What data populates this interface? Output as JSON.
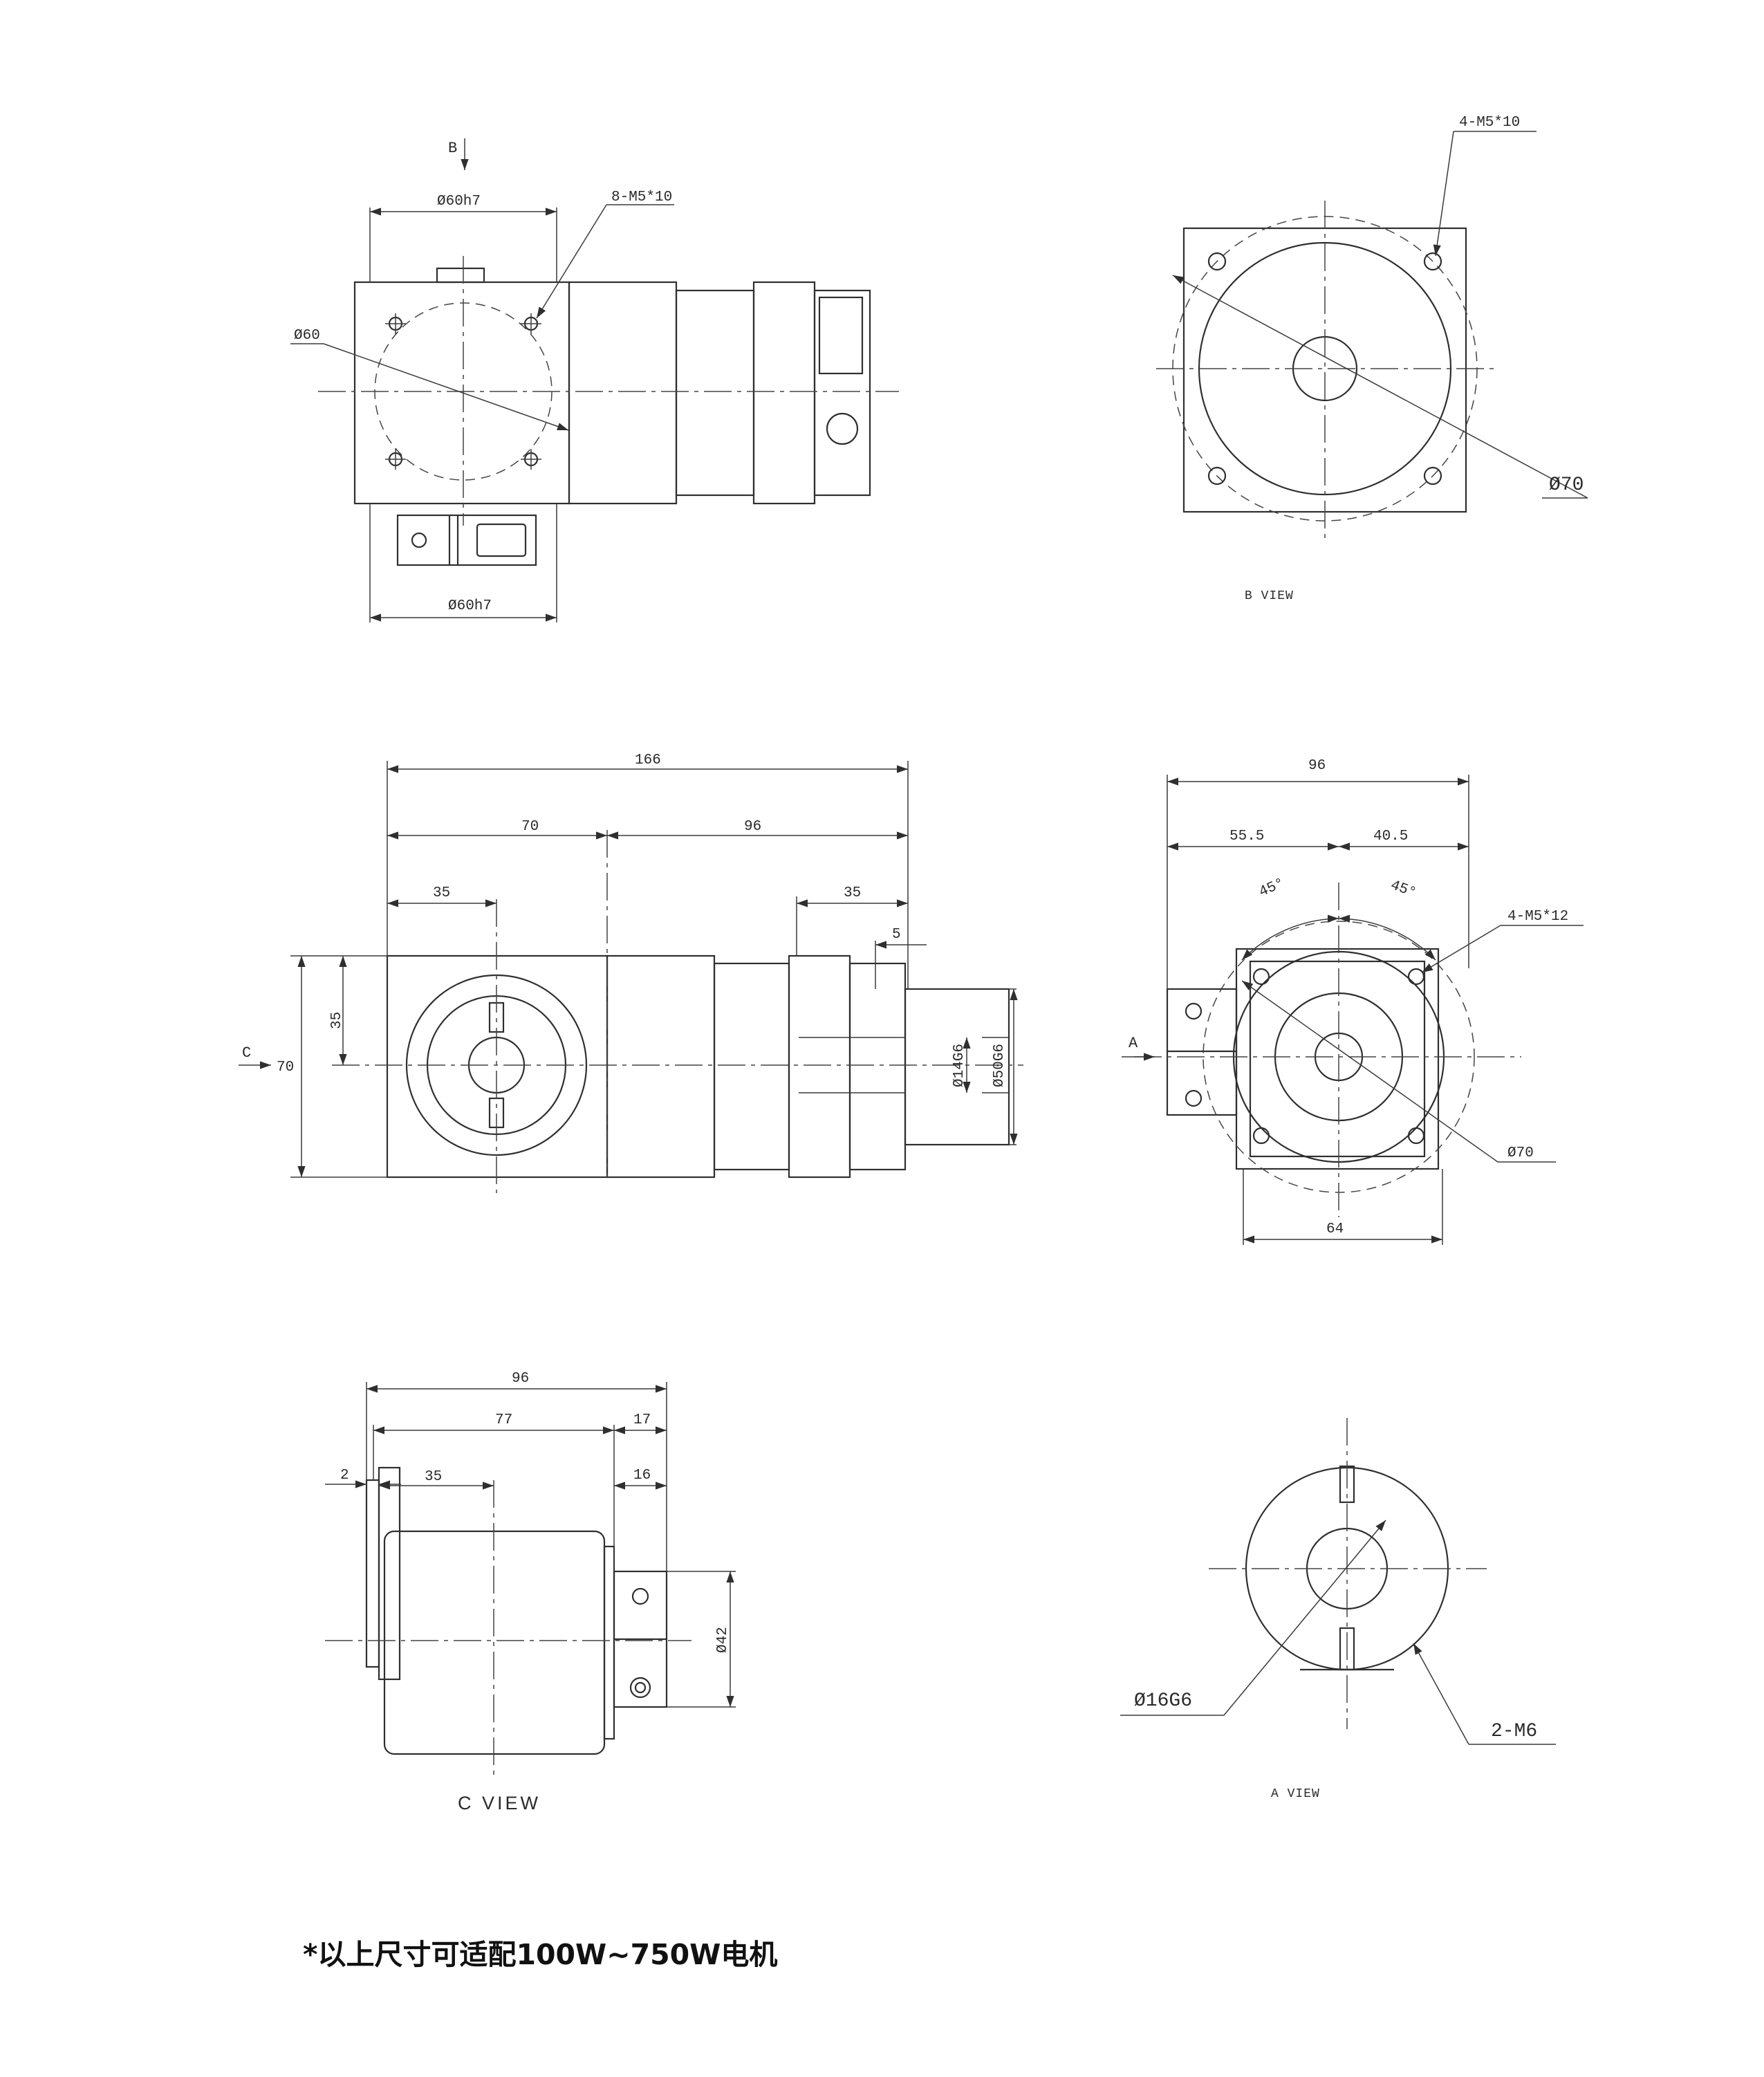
{
  "footnote": "*以上尺寸可适配100W~750W电机",
  "views": {
    "top": {
      "arrow_label": "B",
      "dims": {
        "flange_dia_top": "Ø60h7",
        "holes": "8-M5*10",
        "pcd": "Ø60",
        "flange_dia_bottom": "Ø60h7"
      }
    },
    "b_view": {
      "title": "B VIEW",
      "dims": {
        "holes": "4-M5*10",
        "pcd": "Ø70"
      }
    },
    "front": {
      "arrow_label": "C",
      "dims": {
        "overall": "166",
        "left": "70",
        "right": "96",
        "bore_offset": "35",
        "shaft_len": "35",
        "step": "5",
        "height": "70",
        "half_height": "35",
        "shaft_dia": "Ø14G6",
        "pilot_dia": "Ø50G6"
      }
    },
    "right": {
      "arrow_label": "A",
      "dims": {
        "width": "96",
        "left": "55.5",
        "right": "40.5",
        "angle_left": "45°",
        "angle_right": "45°",
        "holes": "4-M5*12",
        "pcd": "Ø70",
        "bottom": "64"
      }
    },
    "c_view": {
      "title": "C VIEW",
      "dims": {
        "overall": "96",
        "body": "77",
        "clamp": "17",
        "gap": "2",
        "bore_offset": "35",
        "clamp_width": "16",
        "height": "Ø42"
      }
    },
    "a_view": {
      "title": "A VIEW",
      "dims": {
        "bore": "Ø16G6",
        "screws": "2-M6"
      }
    }
  }
}
